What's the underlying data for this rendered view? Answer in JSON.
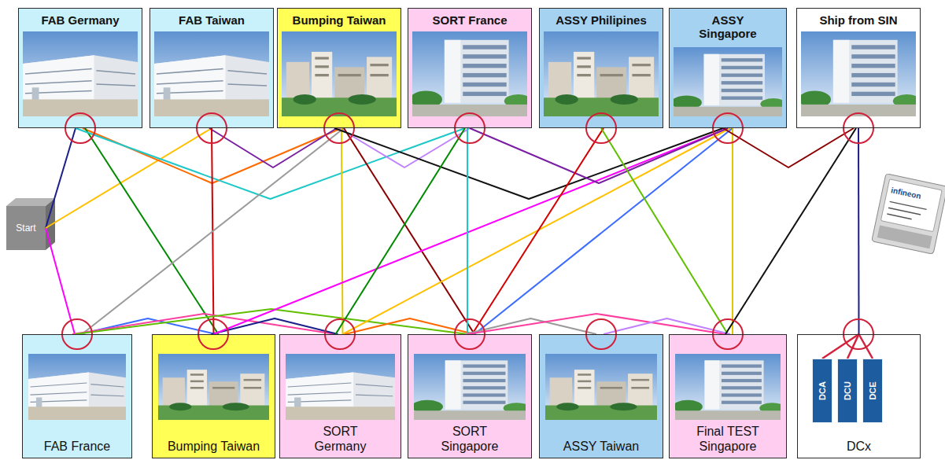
{
  "diagram": {
    "nodes": [
      {
        "text": [
          "Start"
        ]
      },
      {
        "text": [
          "FAB Germany"
        ]
      },
      {
        "text": [
          "FAB Taiwan"
        ]
      },
      {
        "text": [
          "Bumping Taiwan"
        ]
      },
      {
        "text": [
          "SORT France"
        ]
      },
      {
        "text": [
          "ASSY Philipines"
        ]
      },
      {
        "text": [
          "ASSY Singapore"
        ]
      },
      {
        "text": [
          "Ship from SIN"
        ]
      },
      {
        "text": [
          "FAB France"
        ]
      },
      {
        "text": [
          "Bumping Taiwan"
        ]
      },
      {
        "text": [
          "SORT Germany"
        ]
      },
      {
        "text": [
          "SORT Singapore"
        ]
      },
      {
        "text": [
          "ASSY Taiwan"
        ]
      },
      {
        "text": [
          "Final TEST Singapore"
        ]
      },
      {
        "text": [
          "DCx"
        ]
      },
      {
        "text": [
          "DCA"
        ],
        "in": 14
      },
      {
        "text": [
          "DCU"
        ],
        "in": 14
      },
      {
        "text": [
          "DCE"
        ],
        "in": 14
      }
    ],
    "edges": [
      {
        "from": 0,
        "to": 1,
        "arrow": "none"
      },
      {
        "from": 0,
        "to": 8,
        "arrow": "none"
      },
      {
        "from": 0,
        "to": 2,
        "arrow": "none"
      },
      {
        "from": 1,
        "to": 3,
        "arrow": "none"
      },
      {
        "from": 1,
        "to": 9,
        "arrow": "none"
      },
      {
        "from": 1,
        "to": 4,
        "arrow": "none"
      },
      {
        "from": 2,
        "to": 3,
        "arrow": "none"
      },
      {
        "from": 2,
        "to": 9,
        "arrow": "none"
      },
      {
        "from": 8,
        "to": 9,
        "arrow": "none"
      },
      {
        "from": 8,
        "to": 3,
        "arrow": "none"
      },
      {
        "from": 8,
        "to": 10,
        "arrow": "none"
      },
      {
        "from": 8,
        "to": 11,
        "arrow": "none"
      },
      {
        "from": 3,
        "to": 4,
        "arrow": "none"
      },
      {
        "from": 3,
        "to": 10,
        "arrow": "none"
      },
      {
        "from": 3,
        "to": 11,
        "arrow": "none"
      },
      {
        "from": 3,
        "to": 6,
        "arrow": "none"
      },
      {
        "from": 9,
        "to": 10,
        "arrow": "none"
      },
      {
        "from": 9,
        "to": 6,
        "arrow": "none"
      },
      {
        "from": 10,
        "to": 6,
        "arrow": "none"
      },
      {
        "from": 10,
        "to": 11,
        "arrow": "none"
      },
      {
        "from": 10,
        "to": 4,
        "arrow": "none"
      },
      {
        "from": 4,
        "to": 11,
        "arrow": "none"
      },
      {
        "from": 4,
        "to": 6,
        "arrow": "none"
      },
      {
        "from": 11,
        "to": 5,
        "arrow": "none"
      },
      {
        "from": 11,
        "to": 6,
        "arrow": "none"
      },
      {
        "from": 11,
        "to": 12,
        "arrow": "none"
      },
      {
        "from": 11,
        "to": 13,
        "arrow": "none"
      },
      {
        "from": 5,
        "to": 13,
        "arrow": "none"
      },
      {
        "from": 12,
        "to": 13,
        "arrow": "none"
      },
      {
        "from": 6,
        "to": 13,
        "arrow": "none"
      },
      {
        "from": 6,
        "to": 7,
        "arrow": "none"
      },
      {
        "from": 13,
        "to": 7,
        "arrow": "none"
      },
      {
        "from": 7,
        "to": 14,
        "arrow": "none"
      },
      {
        "from": 14,
        "to": 15,
        "arrow": "none"
      },
      {
        "from": 14,
        "to": 16,
        "arrow": "none"
      },
      {
        "from": 14,
        "to": 17,
        "arrow": "none"
      }
    ],
    "labels": [
      "infineon"
    ]
  }
}
